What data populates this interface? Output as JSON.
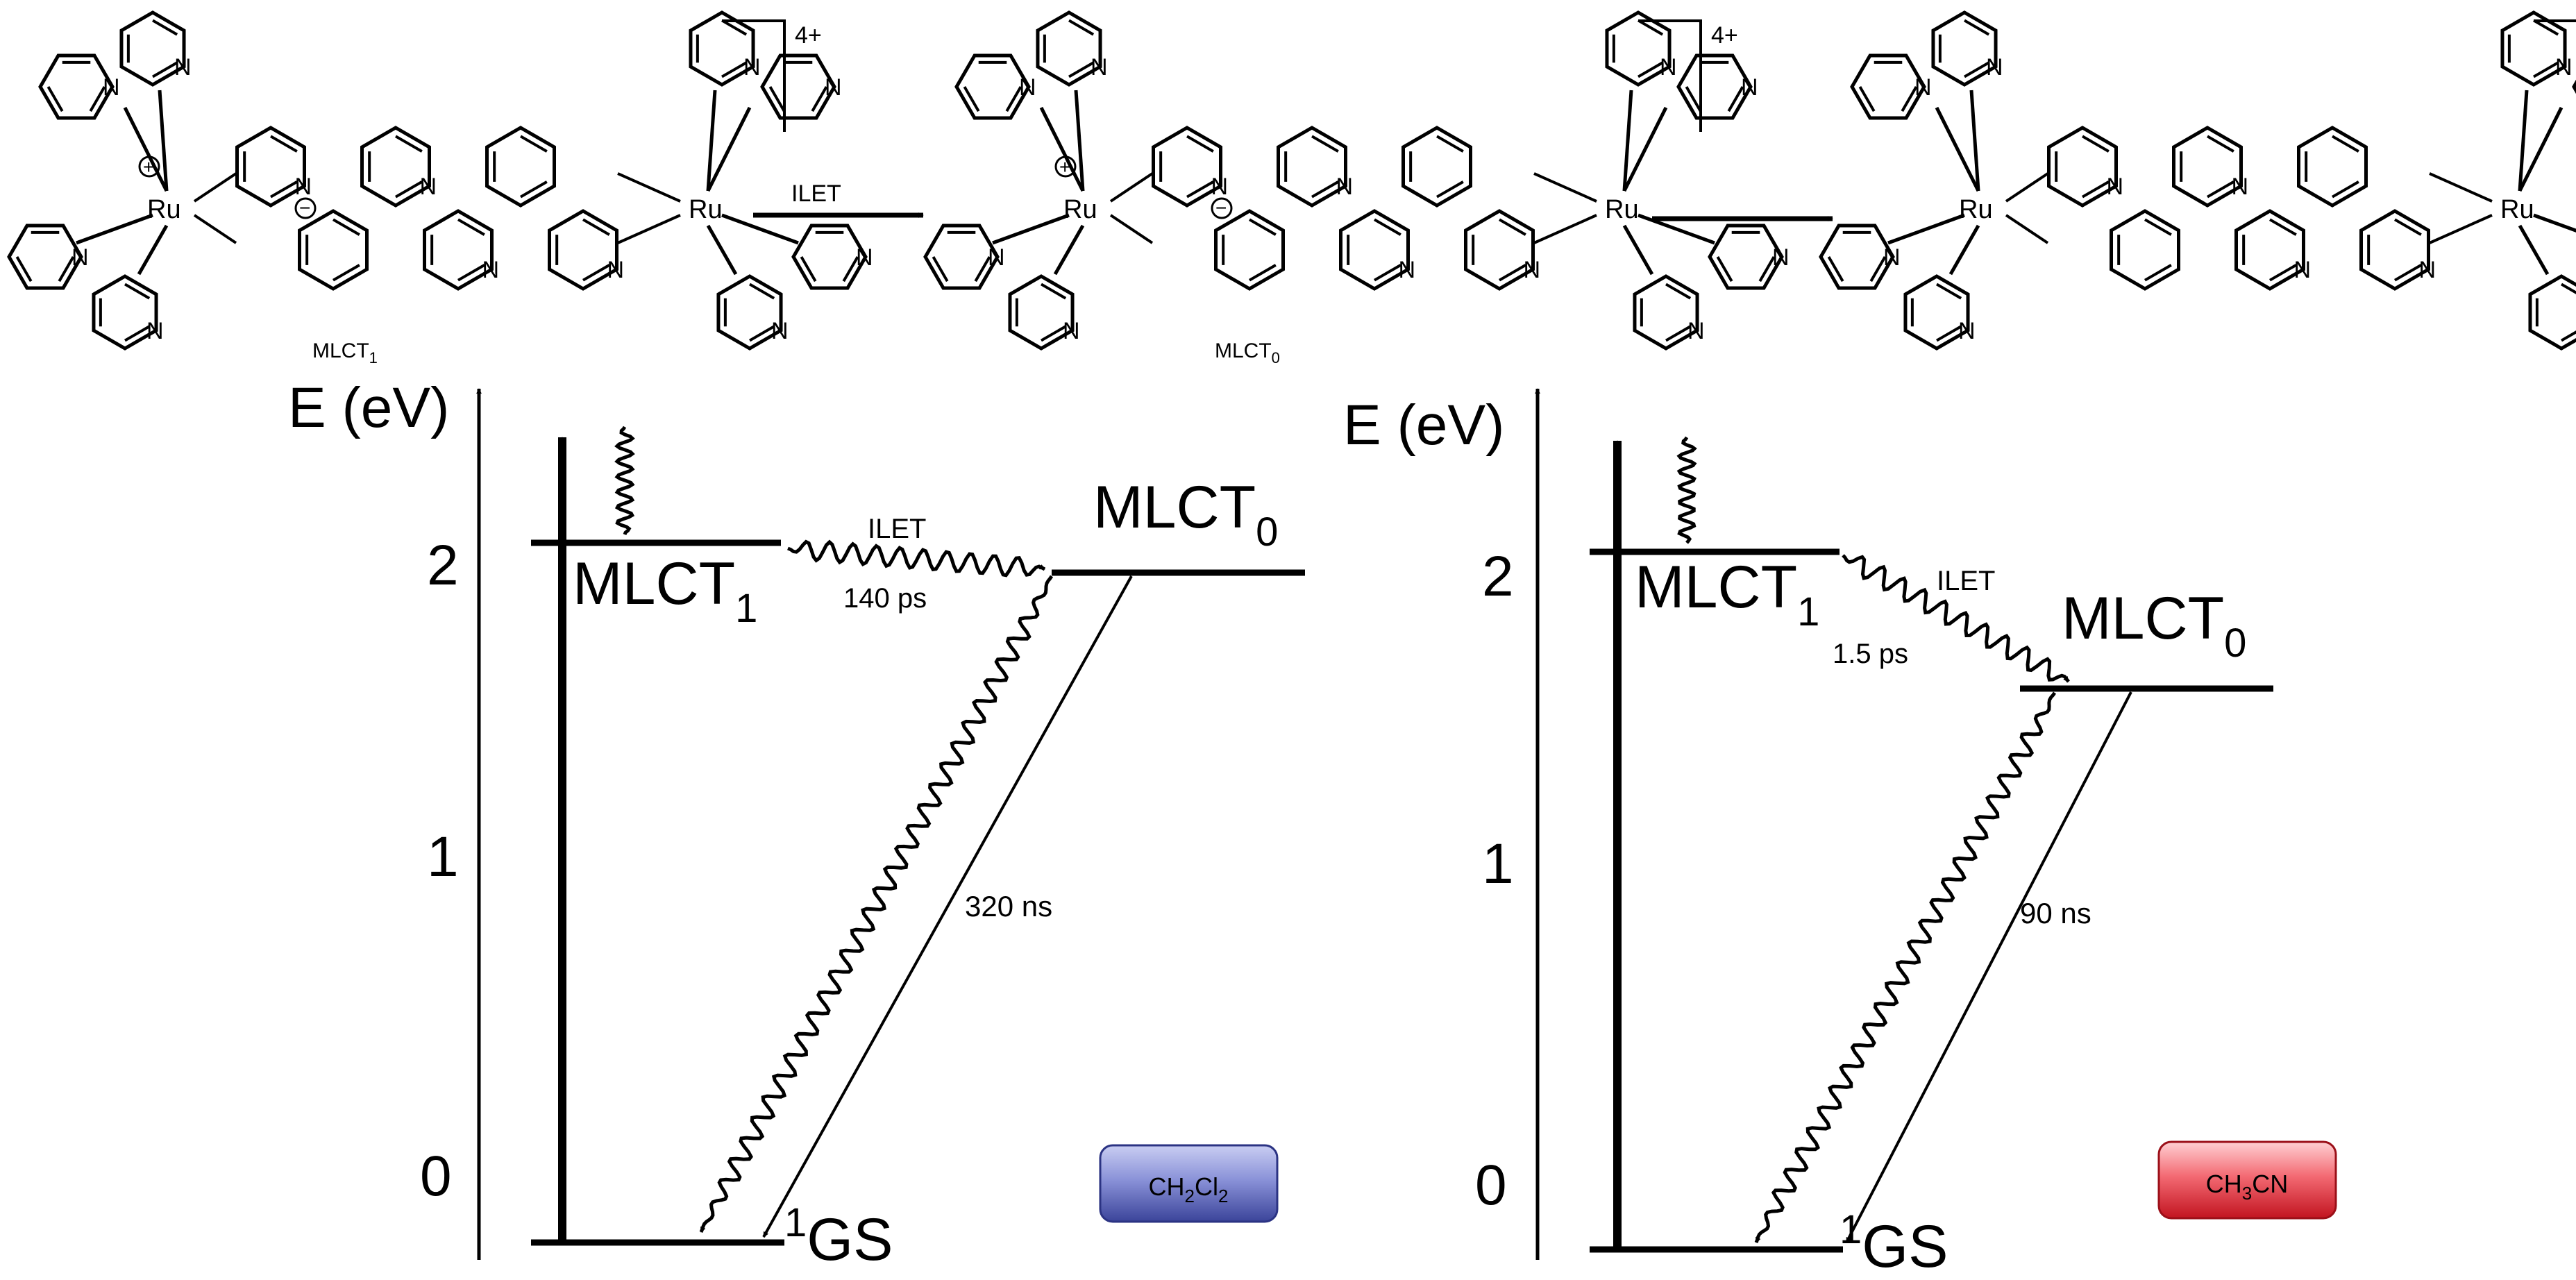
{
  "structures": {
    "charge": "4+",
    "ru": "Ru",
    "n": "N",
    "plus": "+",
    "minus": "−",
    "label1": "MLCT",
    "label1_sub": "1",
    "label2": "MLCT",
    "label2_sub": "0",
    "arrow1_label": "ILET"
  },
  "left_diagram": {
    "axis_title": "E (eV)",
    "ticks": [
      "2",
      "1",
      "0"
    ],
    "mlct1": "MLCT",
    "mlct1_sub": "1",
    "mlct0": "MLCT",
    "mlct0_sub": "0",
    "ilet": "ILET",
    "ilet_time": "140 ps",
    "decay_time": "320 ns",
    "gs_sup": "1",
    "gs": "GS",
    "solvent_a": "CH",
    "solvent_sub1": "2",
    "solvent_b": "Cl",
    "solvent_sub2": "2",
    "solvent_color": "#4a56b0"
  },
  "right_diagram": {
    "axis_title": "E (eV)",
    "ticks": [
      "2",
      "1",
      "0"
    ],
    "mlct1": "MLCT",
    "mlct1_sub": "1",
    "mlct0": "MLCT",
    "mlct0_sub": "0",
    "ilet": "ILET",
    "ilet_time": "1.5 ps",
    "decay_time": "90 ns",
    "gs_sup": "1",
    "gs": "GS",
    "solvent_a": "CH",
    "solvent_sub1": "3",
    "solvent_b": "CN",
    "solvent_sub2": "",
    "solvent_color": "#e02a35"
  }
}
